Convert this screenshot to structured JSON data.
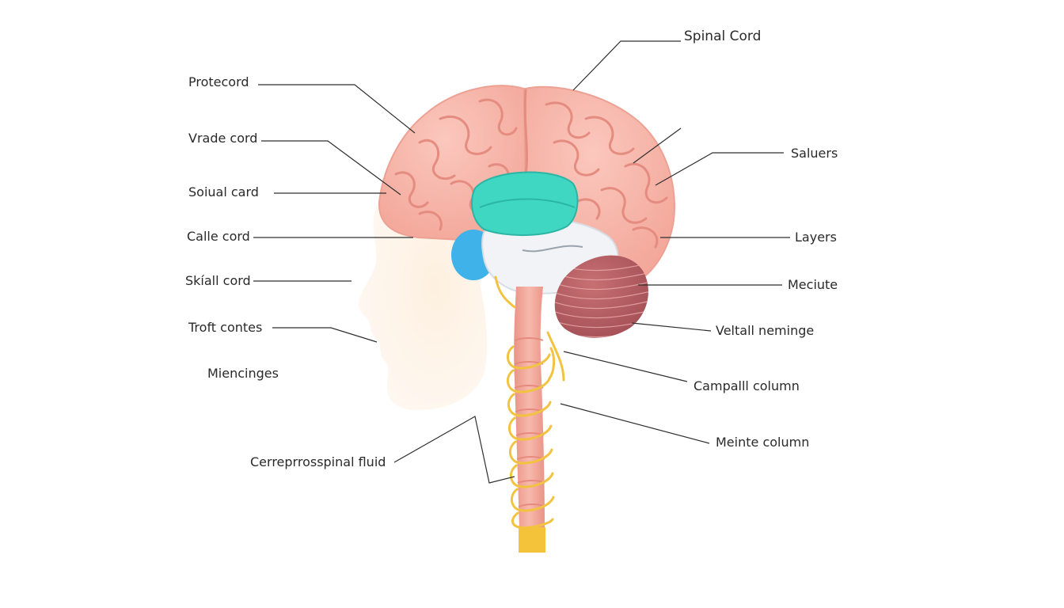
{
  "labels": {
    "spinal_cord": "Spinal Cord",
    "protecord": "Protecord",
    "vrade_cord": "Vrade cord",
    "soiual_card": "Soiual card",
    "calle_cord": "Calle cord",
    "skiall_cord": "Skíall cord",
    "troft_contes": "Troft contes",
    "miencinges": "Miencinges",
    "cerreprrosspinal_fluid": "Cerreprrosspinal fluid",
    "saluers": "Saluers",
    "layers": "Layers",
    "meciute": "Meciute",
    "veltall_neminge": "Veltall neminge",
    "campalll_column": "Campalll column",
    "meinte_column": "Meinte column"
  },
  "colors": {
    "brain": "#f7b6aa",
    "brain_fold": "#e58c80",
    "teal_structure": "#3fd6c2",
    "blue_structure": "#3fb2ea",
    "white_structure": "#f1f3f6",
    "cerebellum": "#b65f63",
    "spinal_cord": "#f3ab9e",
    "nerve": "#f2c241",
    "cord_tip": "#f5c33a",
    "face_silhouette": "#fdf1e4",
    "leader_line": "#2f2f2f"
  }
}
